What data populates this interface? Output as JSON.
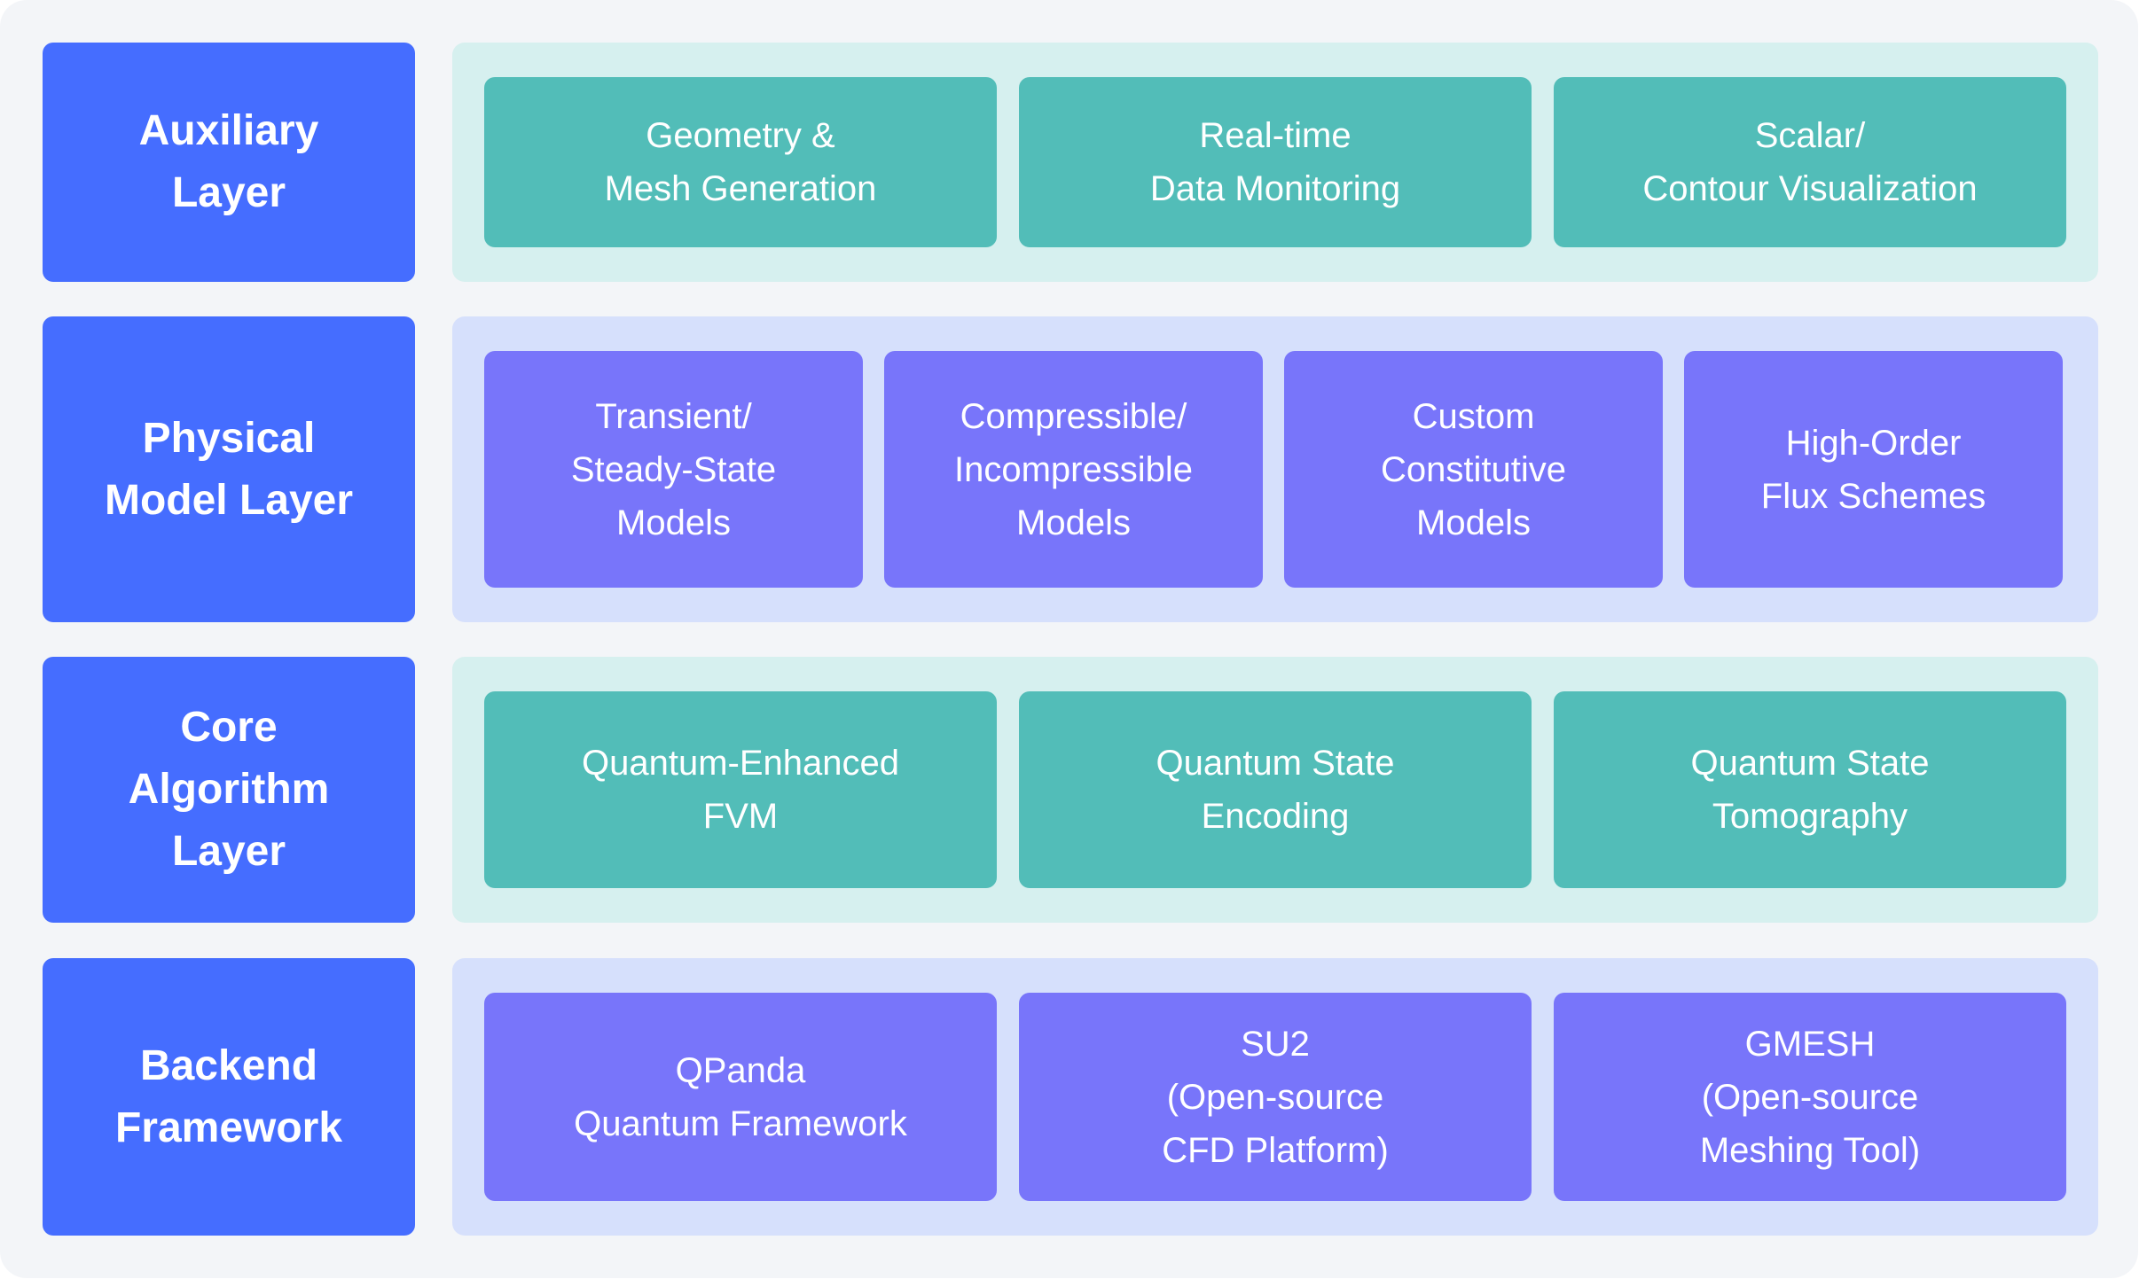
{
  "colors": {
    "background": "#F3F5F8",
    "layer_label": "#456DFF",
    "teal_panel": "#D6F0EF",
    "teal_card": "#52BDB8",
    "purple_panel": "#D6E0FC",
    "purple_card": "#7875FA",
    "text": "#FFFFFF"
  },
  "layers": [
    {
      "label": "Auxiliary\nLayer",
      "theme": "teal",
      "modules": [
        "Geometry &\nMesh Generation",
        "Real-time\nData Monitoring",
        "Scalar/\nContour Visualization"
      ]
    },
    {
      "label": "Physical\nModel Layer",
      "theme": "purple",
      "modules": [
        "Transient/\nSteady-State\nModels",
        "Compressible/\nIncompressible\nModels",
        "Custom\nConstitutive\nModels",
        "High-Order\nFlux Schemes"
      ]
    },
    {
      "label": "Core\nAlgorithm\nLayer",
      "theme": "teal",
      "modules": [
        "Quantum-Enhanced\nFVM",
        "Quantum State\nEncoding",
        "Quantum State\nTomography"
      ]
    },
    {
      "label": "Backend\nFramework",
      "theme": "purple",
      "modules": [
        "QPanda\nQuantum Framework",
        "SU2\n(Open-source\nCFD Platform)",
        "GMESH\n(Open-source\nMeshing Tool)"
      ]
    }
  ]
}
